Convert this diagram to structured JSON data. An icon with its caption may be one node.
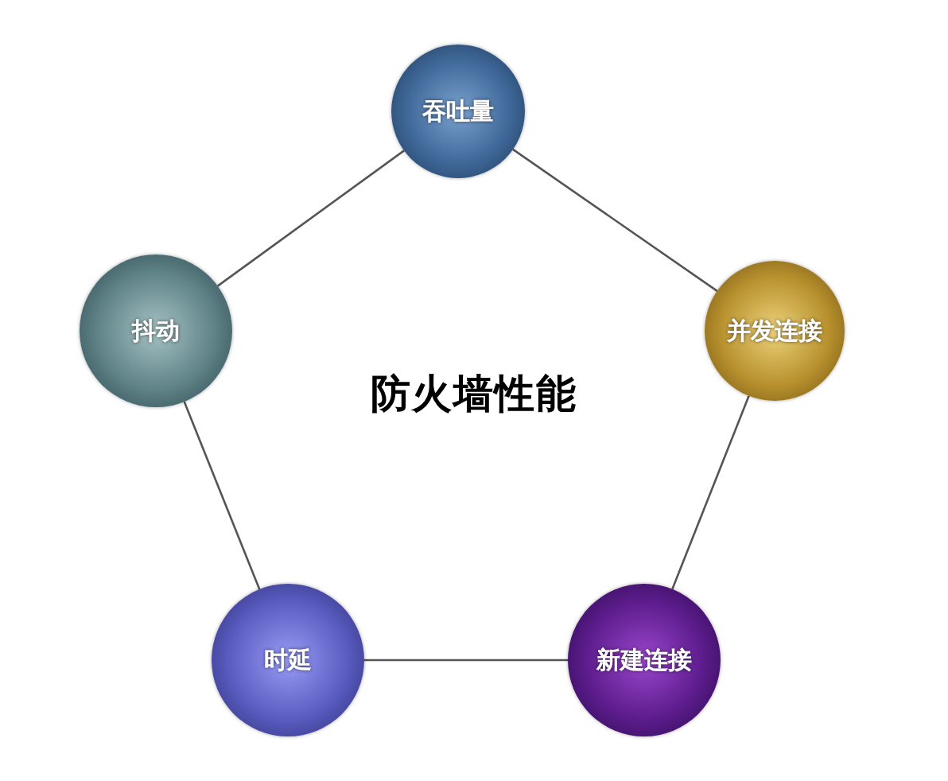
{
  "diagram": {
    "title": "防火墙性能",
    "nodes": [
      {
        "text": [
          "吞吐量"
        ]
      },
      {
        "text": [
          "并发连接"
        ]
      },
      {
        "text": [
          "新建连接"
        ]
      },
      {
        "text": [
          "时延"
        ]
      },
      {
        "text": [
          "抖动"
        ]
      }
    ],
    "edges": [
      {
        "from": 0,
        "to": 1,
        "arrow": "none"
      },
      {
        "from": 1,
        "to": 2,
        "arrow": "none"
      },
      {
        "from": 2,
        "to": 3,
        "arrow": "none"
      },
      {
        "from": 3,
        "to": 4,
        "arrow": "none"
      },
      {
        "from": 4,
        "to": 0,
        "arrow": "none"
      }
    ]
  }
}
